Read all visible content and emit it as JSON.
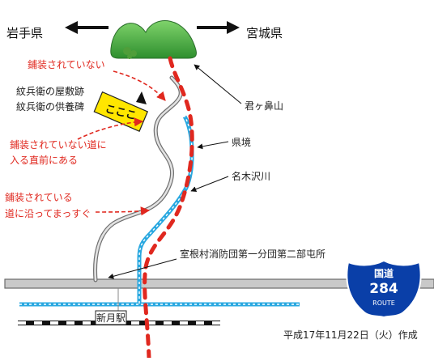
{
  "directions": {
    "left": "岩手県",
    "right": "宮城県"
  },
  "places": {
    "mountain": "君ヶ鼻山",
    "border": "県境",
    "river": "名木沢川",
    "ruin_1": "紋兵衛の屋敷跡",
    "ruin_2": "紋兵衛の供養碑",
    "fire_station": "室根村消防団第一分団第二部屯所",
    "station": "新月駅"
  },
  "notes": {
    "unpaved": "鋪装されていない",
    "before_unpaved_1": "鋪装されていない道に",
    "before_unpaved_2": "入る直前にある",
    "paved_1": "鋪装されている",
    "paved_2": "道に沿ってまっすぐ"
  },
  "route_shield": {
    "top": "国道",
    "number": "284",
    "bottom": "ROUTE",
    "color": "#0a3fa8"
  },
  "sign_text": "こここ",
  "created": "平成17年11月22日（火）作成",
  "colors": {
    "road_red": "#e0281f",
    "river_blue": "#29a8e0",
    "mountain_green": "#3aa33a"
  }
}
